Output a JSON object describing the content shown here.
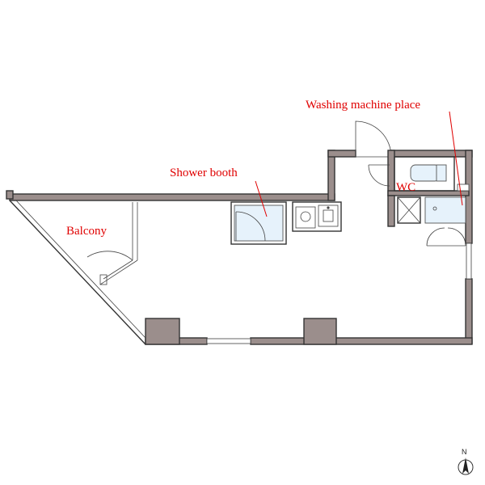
{
  "labels": {
    "washing_machine": "Washing machine place",
    "shower_booth": "Shower booth",
    "balcony": "Balcony",
    "wc": "WC",
    "north": "N"
  },
  "colors": {
    "wall_fill": "#9b8e8c",
    "label": "#e00000",
    "fixture_fill": "#e6f2fb"
  },
  "icons": [
    "north-arrow-icon",
    "toilet-icon",
    "stove-icon",
    "sink-icon"
  ]
}
